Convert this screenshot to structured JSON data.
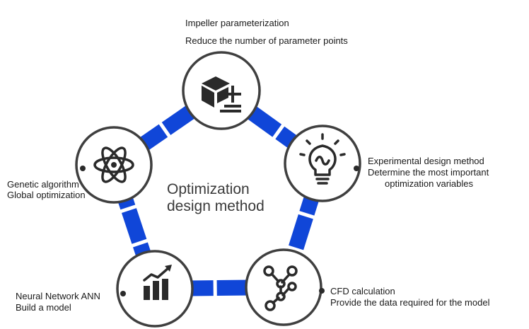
{
  "center": {
    "line1": "Optimization",
    "line2": "design method"
  },
  "colors": {
    "ring": "#1046d8",
    "node_border": "#3f3f3f",
    "icon": "#2a2a2a"
  },
  "nodes": [
    {
      "id": "impeller",
      "icon": "cube-plus-minus-icon",
      "line1": "Impeller parameterization",
      "line2": "Reduce the number of parameter points"
    },
    {
      "id": "experimental",
      "icon": "lightbulb-icon",
      "line1": "Experimental design method",
      "line2": "Determine the most important",
      "line3": "optimization variables"
    },
    {
      "id": "cfd",
      "icon": "network-nodes-icon",
      "line1": "CFD calculation",
      "line2": "Provide the data required for the model"
    },
    {
      "id": "ann",
      "icon": "bar-chart-trend-icon",
      "line1": "Neural Network ANN",
      "line2": "Build a model"
    },
    {
      "id": "genetic",
      "icon": "atom-icon",
      "line1": "Genetic algorithm",
      "line2": "Global optimization"
    }
  ]
}
